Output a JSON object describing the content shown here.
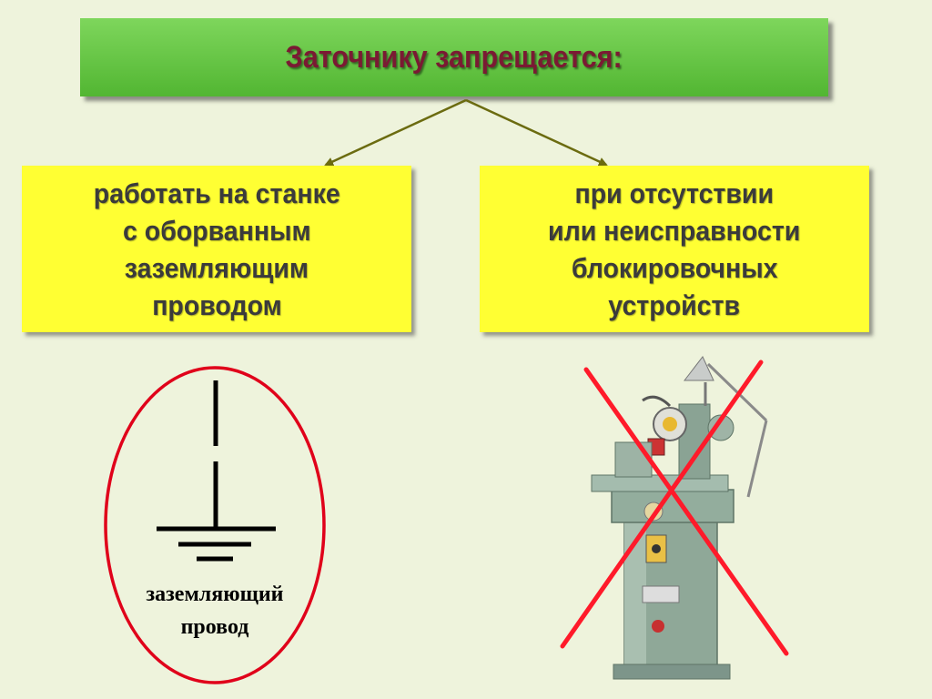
{
  "title": "Заточнику запрещается:",
  "prohibitions": [
    {
      "lines": [
        "работать на станке",
        "с оборванным",
        "заземляющим",
        "проводом"
      ]
    },
    {
      "lines": [
        "при отсутствии",
        "или неисправности",
        "блокировочных",
        "устройств"
      ]
    }
  ],
  "ground_symbol": {
    "label_line1": "заземляющий",
    "label_line2": "провод"
  },
  "colors": {
    "title_bg": "#5cc03a",
    "title_text": "#7a1a33",
    "box_bg": "#ffff33",
    "arrow": "#6b6b10",
    "circle": "#e0001a",
    "cross": "#ff1a2a"
  }
}
